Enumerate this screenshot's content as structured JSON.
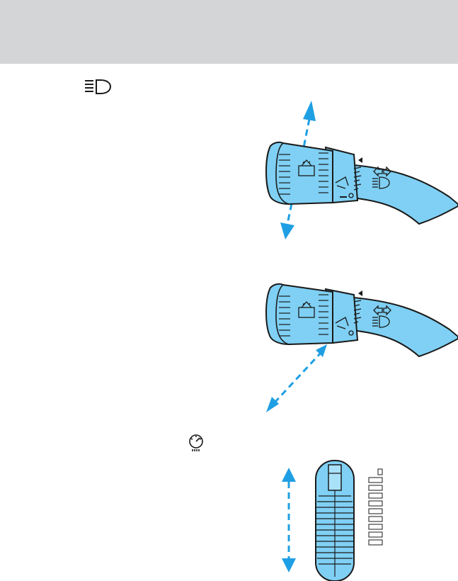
{
  "header": {
    "background": "#d4d5d7"
  },
  "colors": {
    "stalk_fill": "#7fd0f4",
    "stalk_light": "#a9e1f8",
    "outline": "#1a1a1a",
    "arrow": "#1f9fe3"
  },
  "inline_icons": [
    "high-beam-icon",
    "instrument-panel-dimmer-icon"
  ],
  "figures": [
    {
      "name": "multifunction-lever-high-beam",
      "motion": "push-pull",
      "icons": [
        "flash-to-pass-icon",
        "high-beam-icon",
        "wiper-icon",
        "washer-icon"
      ]
    },
    {
      "name": "multifunction-lever-flash-to-pass",
      "motion": "pull-toward-driver",
      "icons": [
        "flash-to-pass-icon",
        "high-beam-icon",
        "wiper-icon",
        "washer-icon"
      ]
    },
    {
      "name": "panel-dimmer-thumbwheel",
      "motion": "roll-up-down",
      "icons": [
        "dimmer-scale-icon"
      ]
    }
  ]
}
